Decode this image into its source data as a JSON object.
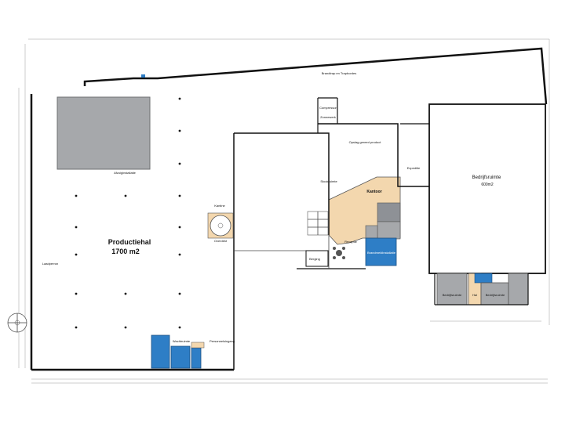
{
  "rooms": {
    "productiehal": "Productiehal",
    "productiehal_area": "1700 m2",
    "bedrijfsruimte": "Bedrijfsruimte",
    "bedrijfsruimte_area": "600m2",
    "kantoor": "Kantoor",
    "receptie": "Receptie",
    "berging": "Berging",
    "brandmeldinstallatie": "Brandmeldinstallatie",
    "expeditie": "Expeditie",
    "opslag_gereed_product": "Opslag gereed product",
    "compressor": "Compressor",
    "zonnewerk": "Zonnewerk",
    "stookruimte": "Stookruimte",
    "afzuiginstallatie": "Afzuiginstallatie",
    "laadperron": "Laadperron",
    "bedrijfsruimte_small_1": "Bedrijfsruimte",
    "bedrijfsruimte_small_2": "Bedrijfsruimte",
    "hal": "Hal",
    "overdekt": "Overdekt",
    "kantine": "Kantine",
    "personeelsingang": "Personeelsingang",
    "wachtruimte": "Wachtruimte",
    "bovenpanel": "Brandtrap en Trapbordes"
  },
  "colors": {
    "wall": "#111111",
    "hall_gray": "#a6a8ab",
    "office_beige": "#f3d7ae",
    "sanitary_blue": "#2e7ec6",
    "dark_gray": "#8e9196",
    "dimension": "#9a9a9a"
  }
}
